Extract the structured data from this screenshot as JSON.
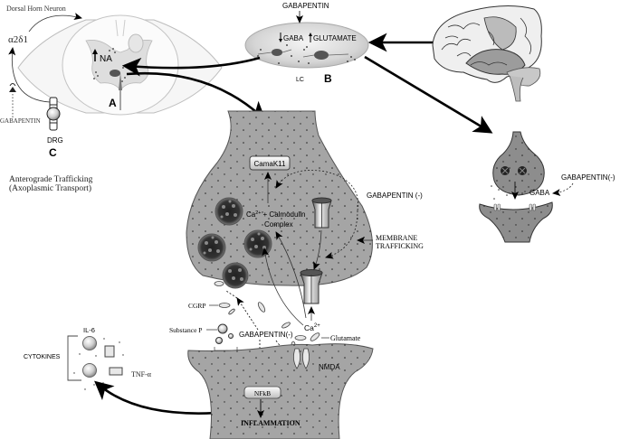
{
  "figure": {
    "panel_a": {
      "title_label": "Dorsal Horn Neuron",
      "subunit_label": "α2δ1",
      "na_label": "NA",
      "panel_letter": "A",
      "drug_label": "GABAPENTIN"
    },
    "panel_b": {
      "drug_label": "GABAPENTIN",
      "gaba_label": "GABA",
      "glutamate_label": "GLUTAMATE",
      "region_label": "LC",
      "panel_letter": "B"
    },
    "panel_c": {
      "ganglion_label": "DRG",
      "panel_letter": "C",
      "trafficking_line1": "Anterograde Trafficking",
      "trafficking_line2": "(Axoplasmic Transport)"
    },
    "central_synapse": {
      "kinase_label": "CamaK11",
      "complex_line1_ca": "Ca",
      "complex_line1_sup": "2+",
      "complex_line1_rest": "+ Calmodulin",
      "complex_line2": "Complex",
      "drug_label": "GABAPENTIN (-)",
      "membrane_line1": "MEMBRANE",
      "membrane_line2": "TRAFFICKING",
      "cgrp_label": "CGRP",
      "substance_p_label": "Substance P",
      "drug_inhibit_label": "GABAPENTIN(-)",
      "ca_label": "Ca",
      "ca_sup": "2+",
      "glutamate_label": "Glutamate",
      "nmda_label": "NMDA",
      "nfkb_label": "NFkB",
      "inflammation_label": "INFLAMMATION"
    },
    "cytokines": {
      "group_label": "CYTOKINES",
      "il6_label": "IL-6",
      "tnf_label": "TNF-α"
    },
    "right_synapse": {
      "drug_label": "GABAPENTIN(-)",
      "gaba_label": "GABA"
    }
  }
}
